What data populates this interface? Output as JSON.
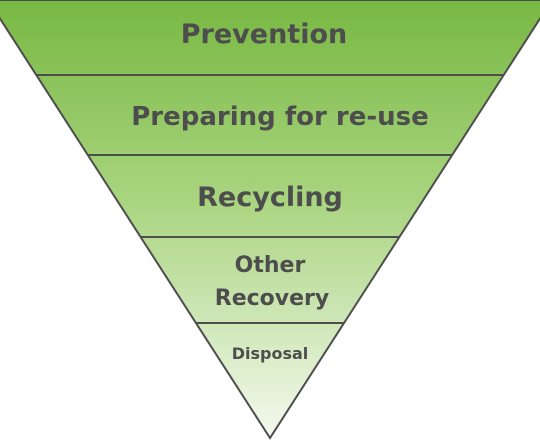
{
  "hierarchy": {
    "tiers": [
      {
        "lines": [
          "Prevention"
        ]
      },
      {
        "lines": [
          "Preparing for re-use"
        ]
      },
      {
        "lines": [
          "Recycling"
        ]
      },
      {
        "lines": [
          "Other",
          "Recovery"
        ]
      },
      {
        "lines": [
          "Disposal"
        ]
      }
    ]
  },
  "colors": {
    "top_green": "#78b843",
    "bottom_fade": "#f4f9ee",
    "divider": "#4d4d4d",
    "text": "#4d4d4d"
  }
}
